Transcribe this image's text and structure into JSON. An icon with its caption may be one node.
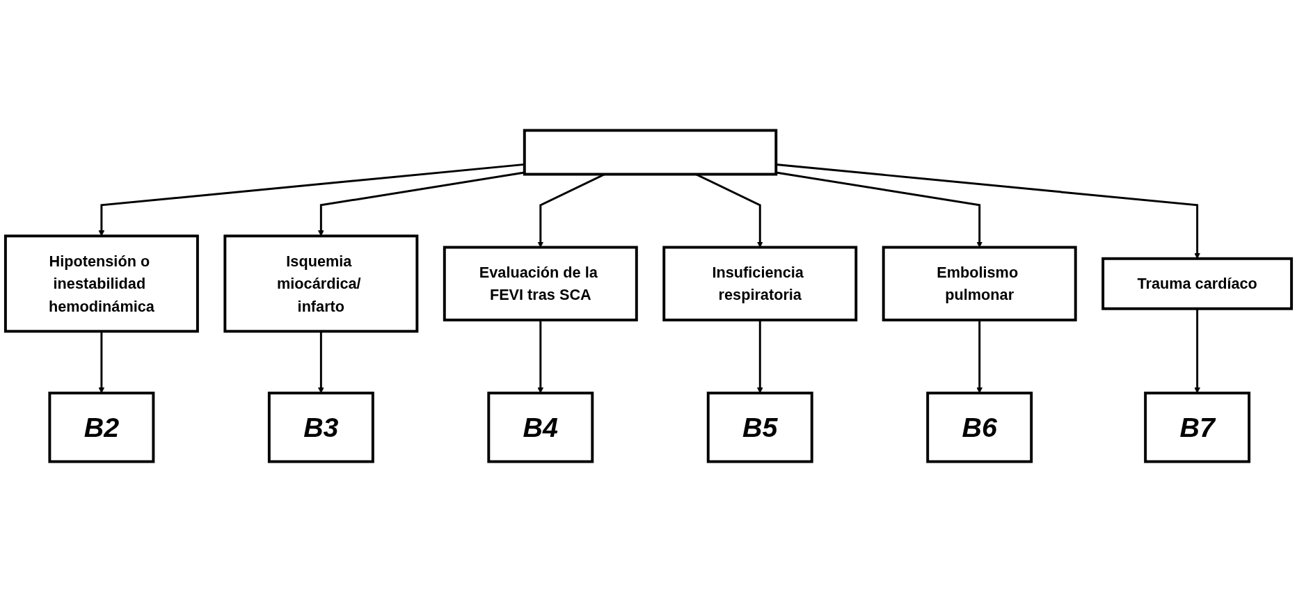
{
  "diagram": {
    "nodes": [
      {
        "text": [],
        "shape": "box"
      },
      {
        "text": [
          "Hipotensión o inestabilidad hemodinámica"
        ]
      },
      {
        "text": [
          "Isquemia miocárdica/ infarto"
        ]
      },
      {
        "text": [
          "Evaluación de la FEVI tras SCA"
        ]
      },
      {
        "text": [
          "Insuficiencia respiratoria"
        ]
      },
      {
        "text": [
          "Embolismo pulmonar"
        ]
      },
      {
        "text": [
          "Trauma cardíaco"
        ]
      },
      {
        "text": [
          "B2"
        ]
      },
      {
        "text": [
          "B3"
        ]
      },
      {
        "text": [
          "B4"
        ]
      },
      {
        "text": [
          "B5"
        ]
      },
      {
        "text": [
          "B6"
        ]
      },
      {
        "text": [
          "B7"
        ]
      }
    ],
    "edges": [
      {
        "from": 0,
        "to": 1,
        "arrow": "to"
      },
      {
        "from": 0,
        "to": 2,
        "arrow": "to"
      },
      {
        "from": 0,
        "to": 3,
        "arrow": "to"
      },
      {
        "from": 0,
        "to": 4,
        "arrow": "to"
      },
      {
        "from": 0,
        "to": 5,
        "arrow": "to"
      },
      {
        "from": 0,
        "to": 6,
        "arrow": "to"
      },
      {
        "from": 1,
        "to": 7,
        "arrow": "to"
      },
      {
        "from": 2,
        "to": 8,
        "arrow": "to"
      },
      {
        "from": 3,
        "to": 9,
        "arrow": "to"
      },
      {
        "from": 4,
        "to": 10,
        "arrow": "to"
      },
      {
        "from": 5,
        "to": 11,
        "arrow": "to"
      },
      {
        "from": 6,
        "to": 12,
        "arrow": "to"
      }
    ]
  }
}
